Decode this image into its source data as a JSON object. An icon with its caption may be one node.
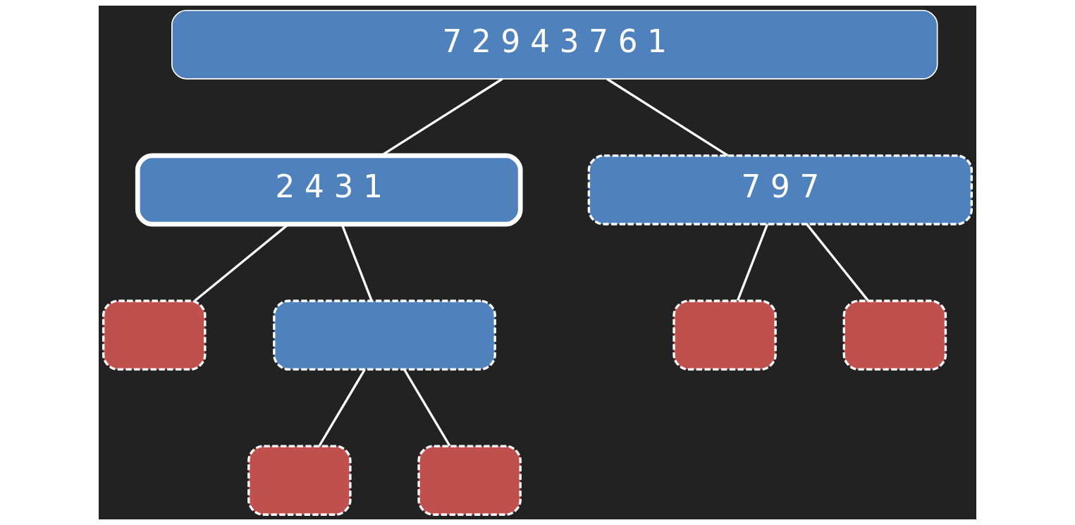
{
  "diagram": {
    "nodes": [
      {
        "text": [
          "7 2 9 4 3 7 6 1"
        ]
      },
      {
        "text": [
          "2 4 3 1"
        ]
      },
      {
        "text": [
          "7 9 7"
        ]
      },
      {
        "text": [],
        "shape": "box"
      },
      {
        "text": [],
        "shape": "box"
      },
      {
        "text": [],
        "shape": "box"
      },
      {
        "text": [],
        "shape": "box"
      },
      {
        "text": [],
        "shape": "box"
      },
      {
        "text": [],
        "shape": "box"
      }
    ],
    "edges": [
      {
        "from": 0,
        "to": 1,
        "arrow": "none"
      },
      {
        "from": 0,
        "to": 2,
        "arrow": "none"
      },
      {
        "from": 1,
        "to": 3,
        "arrow": "none"
      },
      {
        "from": 1,
        "to": 4,
        "arrow": "none"
      },
      {
        "from": 2,
        "to": 5,
        "arrow": "none"
      },
      {
        "from": 2,
        "to": 6,
        "arrow": "none"
      },
      {
        "from": 4,
        "to": 7,
        "arrow": "none"
      },
      {
        "from": 4,
        "to": 8,
        "arrow": "none"
      }
    ]
  }
}
